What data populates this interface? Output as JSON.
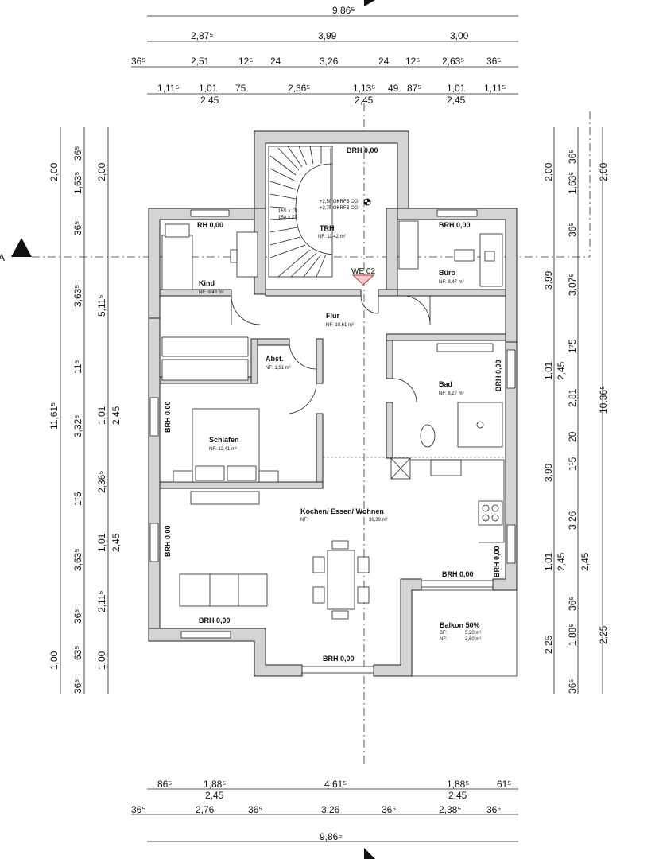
{
  "dims_top": {
    "r1": [
      "9,86⁵"
    ],
    "r2": [
      "2,87⁵",
      "3,99",
      "3,00"
    ],
    "r3": [
      "36⁵",
      "2,51",
      "12⁵",
      "24",
      "3,26",
      "24",
      "12⁵",
      "2,63⁵",
      "36⁵"
    ],
    "r4a": [
      "1,11⁵",
      "1,01",
      "75",
      "2,36⁵",
      "1,13⁵",
      "49",
      "87⁵",
      "1,01",
      "1,11⁵"
    ],
    "r4b": [
      "2,45",
      "2,45",
      "2,45"
    ]
  },
  "dims_bottom": {
    "r1a": [
      "86⁵",
      "1,88⁵",
      "4,61⁵",
      "1,88⁵",
      "61⁵"
    ],
    "r1b": [
      "2,45",
      "2,45"
    ],
    "r2": [
      "36⁵",
      "2,76",
      "36⁵",
      "3,26",
      "36⁵",
      "2,38⁵",
      "36⁵"
    ],
    "r3": [
      "9,86⁵"
    ]
  },
  "dims_left": {
    "c1": [
      "2,00",
      "11,61⁵",
      "1,00",
      "36⁵"
    ],
    "c2": [
      "36⁵",
      "1,63⁵",
      "36⁵",
      "3,63⁵",
      "11⁵",
      "3,32⁵",
      "1⁷5",
      "3,63⁵",
      "36⁵",
      "63⁵"
    ],
    "c3": [
      "2,00",
      "5,11⁵",
      "1,01",
      "2,45",
      "2,36⁵",
      "1,01",
      "2,45",
      "2,11⁵",
      "1,00"
    ]
  },
  "dims_right": {
    "c1": [
      "2,00",
      "3,99",
      "1,01",
      "3,99",
      "1,01",
      "2,25"
    ],
    "c1b": [
      "2,45",
      "2,45"
    ],
    "c2": [
      "36⁵",
      "1,63⁵",
      "36⁵",
      "3,07⁵",
      "1⁷5",
      "2,81",
      "20",
      "1¹5",
      "3,26",
      "2,45",
      "36⁵",
      "1,88⁵",
      "36⁵"
    ],
    "c3": [
      "2,00",
      "10,36⁵",
      "2,25"
    ]
  },
  "rooms": {
    "trh": {
      "name": "TRH",
      "area": "NF: 11,42 m²",
      "stair1": "16S x 19",
      "stair2": "15A x 27",
      "level1": "+2,50 OKRFB OG",
      "level2": "+2,75 OKRFB OG"
    },
    "kind": {
      "name": "Kind",
      "area": "NF: 9,43 m²"
    },
    "buero": {
      "name": "Büro",
      "area": "NF: 8,47 m²"
    },
    "flur": {
      "name": "Flur",
      "area": "NF: 10,61 m²"
    },
    "abst": {
      "name": "Abst.",
      "area": "NF: 1,51 m²"
    },
    "bad": {
      "name": "Bad",
      "area": "NF: 8,27 m²"
    },
    "schlafen": {
      "name": "Schlafen",
      "area": "NF: 12,41 m²"
    },
    "kochen": {
      "name": "Kochen/ Essen/ Wohnen",
      "nf_label": "NF:",
      "nf_value": "36,39 m²"
    },
    "balkon": {
      "name": "Balkon 50%",
      "bf_label": "BF:",
      "bf_value": "5,20 m²",
      "nf_label": "NF:",
      "nf_value": "2,60 m²"
    }
  },
  "brh": {
    "top_trh": "BRH 0,00",
    "kind": "RH 0,00",
    "buero": "BRH 0,00",
    "bad_side": "BRH 0,00",
    "schlafen_side": "BRH 0,00",
    "wohnen_side": "BRH 0,00",
    "wohnen_bottom": "BRH 0,00",
    "bottom_center": "BRH 0,00",
    "balkon_top": "BRH 0,00",
    "kitchen_side": "BRH 0,00"
  },
  "entrance": "WE 02",
  "section_marker": "A"
}
